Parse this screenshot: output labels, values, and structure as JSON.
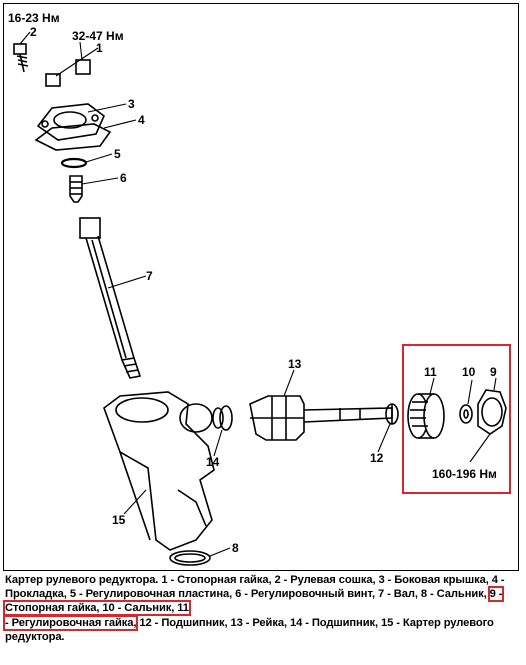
{
  "labels": {
    "torque_1": "16-23 Нм",
    "torque_2": "32-47 Нм",
    "torque_3": "160-196 Нм",
    "n1": "1",
    "n2": "2",
    "n3": "3",
    "n4": "4",
    "n5": "5",
    "n6": "6",
    "n7": "7",
    "n8": "8",
    "n9": "9",
    "n10": "10",
    "n11": "11",
    "n12": "12",
    "n13": "13",
    "n14": "14",
    "n15": "15"
  },
  "caption": {
    "part_a": "Картер рулевого редуктора. 1 - Стопорная гайка, 2 - Рулевая сошка, 3 - Боковая крышка, 4 - Прокладка, 5 - Регулировочная пластина, 6 - Регулировочный винт, 7 - Вал, 8 - Сальник,",
    "hl_1": "9 - Стопорная гайка, 10 - Сальник, 11",
    "hl_2": "- Регулировочная гайка,",
    "part_b": " 12 - Подшипник, 13 - Рейка, 14 - Подшипник, 15 - Картер рулевого редуктора."
  },
  "colors": {
    "highlight": "#d9262b",
    "ink": "#000000"
  }
}
